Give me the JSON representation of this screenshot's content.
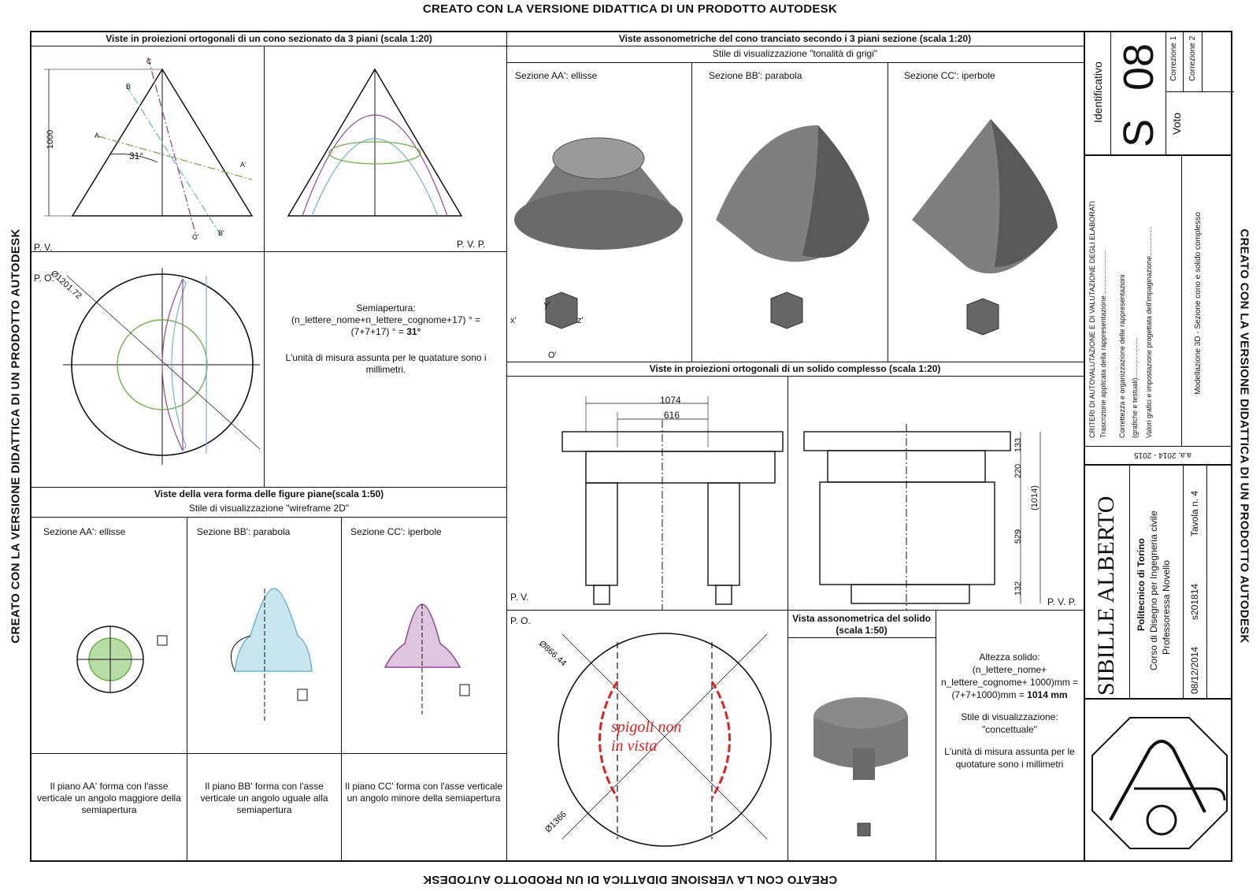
{
  "banner": "CREATO CON LA VERSIONE DIDATTICA DI UN PRODOTTO AUTODESK",
  "ortho_cone": {
    "title": "Viste in proiezioni ortogonali di un cono sezionato da 3 piani (scala 1:20)",
    "pv": "P. V.",
    "pvp": "P. V. P.",
    "po": "P. O.",
    "height_dim": "1000",
    "angle": "31°",
    "diameter_dim": "Ø1201.72",
    "plane_labels": [
      "A",
      "A'",
      "B",
      "B'",
      "C",
      "C'"
    ],
    "semiapertura_label": "Semiapertura:",
    "semiapertura_formula": "(n_lettere_nome+n_lettere_cognome+17) ° =",
    "semiapertura_value_prefix": "(7+7+17) ° =",
    "semiapertura_value": "31°",
    "units_note": "L'unità di misura assunta per le quatature sono i millimetri."
  },
  "axo_cone": {
    "title": "Viste assonometriche del cono tranciato secondo i 3 piani sezione (scala 1:20)",
    "style": "Stile di visualizzazione \"tonalità di grigi\"",
    "sections": [
      "Sezione AA': ellisse",
      "Sezione BB': parabola",
      "Sezione CC': iperbole"
    ],
    "axes": [
      "y'",
      "x'",
      "z'",
      "O'"
    ]
  },
  "true_shape": {
    "title": "Viste della vera forma delle figure piane(scala 1:50)",
    "style": "Stile di visualizzazione \"wireframe 2D\"",
    "sections": [
      "Sezione AA': ellisse",
      "Sezione BB': parabola",
      "Sezione CC': iperbole"
    ],
    "notes": [
      "Il piano AA' forma con l'asse verticale un angolo maggiore della semiapertura",
      "Il piano BB' forma con l'asse verticale un angolo uguale alla semiapertura",
      "Il piano CC' forma con l'asse verticale un angolo minore della semiapertura"
    ]
  },
  "complex_solid": {
    "title": "Viste in proiezioni ortogonali di un solido complesso (scala 1:20)",
    "pv": "P. V.",
    "pvp": "P. V. P.",
    "po": "P. O.",
    "dims_front": [
      "1074",
      "616"
    ],
    "dims_side": [
      "133",
      "220",
      "529",
      "132",
      "(1014)"
    ],
    "dims_plan": [
      "Ø866.44",
      "Ø1366"
    ],
    "hidden_note_line1": "spigoli non",
    "hidden_note_line2": "in vista",
    "axo_title": "Vista assonometrica del solido (scala 1:50)",
    "height_label": "Altezza solido:",
    "height_formula": "(n_lettere_nome+ n_lettere_cognome+ 1000)mm =",
    "height_value_prefix": "(7+7+1000)mm =",
    "height_value": "1014 mm",
    "style_label": "Stile di visualizzazione:",
    "style_value": "\"concettuale\"",
    "units_note": "L'unità di misura assunta per le quotature sono i millimetri"
  },
  "title_block": {
    "identificativo": "Identificativo",
    "code_letter": "S",
    "code_number": "08",
    "voto": "Voto",
    "correzione1": "Correzione",
    "correzione1_n": "1",
    "correzione2": "Correzione",
    "correzione2_n": "2",
    "criteria_title": "CRITERI DI AUTOVALUTAZIONE E DI VALUTAZIONE DEGLI ELABORATI",
    "criteria": [
      "Trascrizione applicata della rappresentazione.......................",
      "Correttezza e organizzazione delle rappresentazioni",
      "(grafiche e testuali)....................",
      "Valori grafici e impostazione progettata dell'impaginazione..............."
    ],
    "subject": "Modellazione 3D - Sezione cono e solido complesso",
    "academic_year": "a.a. 2014 - 2015",
    "student_name": "SIBILLE ALBERTO",
    "school": "Politecnico di Torino",
    "course": "Corso di Disegno per Ingegneria civile",
    "professor": "Professoressa Novello",
    "tavola": "Tavola n. 4",
    "matricola": "s201814",
    "date": "08/12/2014"
  },
  "colors": {
    "ellipse": "#6fb04a",
    "parabola": "#6cb6c8",
    "hyperbola": "#8e4a8e",
    "red_mark": "#e02020"
  }
}
